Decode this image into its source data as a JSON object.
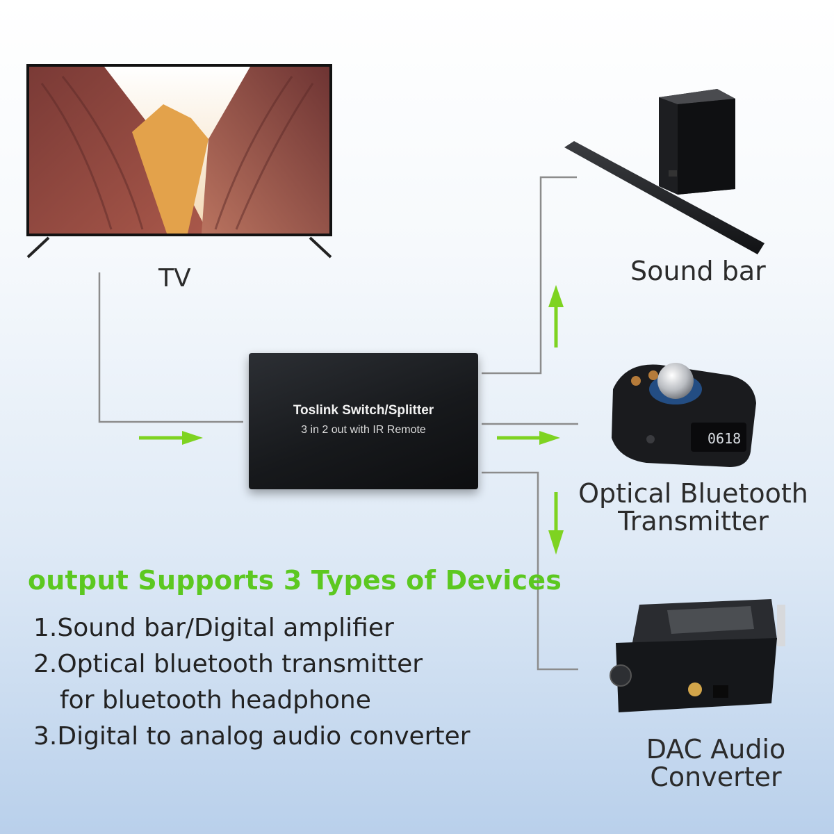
{
  "devices": {
    "tv": {
      "label": "TV"
    },
    "soundbar": {
      "label": "Sound bar"
    },
    "bt_transmitter": {
      "label_line1": "Optical Bluetooth",
      "label_line2": "Transmitter"
    },
    "dac": {
      "label_line1": "DAC Audio",
      "label_line2": "Converter"
    },
    "switch": {
      "title": "Toslink Switch/Splitter",
      "subtitle": "3 in 2 out with IR Remote"
    }
  },
  "headline": "output Supports 3 Types of Devices",
  "features": [
    "1.Sound bar/Digital amplifier",
    "2.Optical bluetooth transmitter",
    "for bluetooth headphone",
    "3.Digital to analog audio converter"
  ],
  "colors": {
    "arrow": "#7ed321",
    "line": "#8c8c8c",
    "headline": "#5cc820"
  }
}
